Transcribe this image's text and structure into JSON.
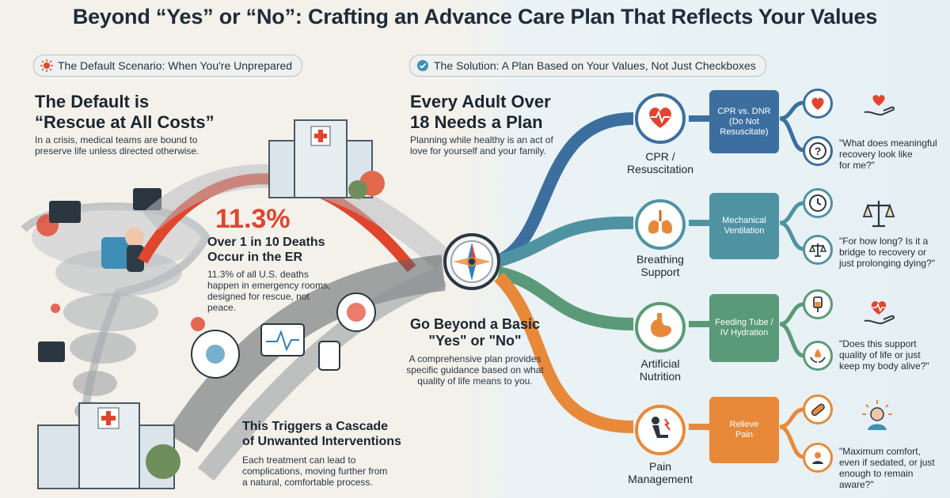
{
  "title": "Beyond “Yes” or “No”: Crafting an Advance Care Plan That Reflects Your Values",
  "left": {
    "pill": "The Default Scenario: When You're Unprepared",
    "heading_line1": "The Default is",
    "heading_line2": "“Rescue at All Costs”",
    "desc_line1": "In a crisis, medical teams are bound to",
    "desc_line2": "preserve life unless directed otherwise.",
    "stat": "11.3%",
    "stat_head_line1": "Over 1 in 10 Deaths",
    "stat_head_line2": "Occur in the ER",
    "stat_desc_line1": "11.3% of all U.S. deaths",
    "stat_desc_line2": "happen in emergency rooms,",
    "stat_desc_line3": "designed for rescue, not",
    "stat_desc_line4": "peace.",
    "cascade_head_line1": "This Triggers a Cascade",
    "cascade_head_line2": "of Unwanted Interventions",
    "cascade_desc_line1": "Each treatment can lead to",
    "cascade_desc_line2": "complications, moving further from",
    "cascade_desc_line3": "a natural, comfortable process."
  },
  "middle": {
    "pill": "The Solution: A Plan Based on Your Values, Not Just Checkboxes",
    "heading_line1": "Every Adult Over",
    "heading_line2": "18 Needs a Plan",
    "desc_line1": "Planning while healthy is an act of",
    "desc_line2": "love for yourself and your family.",
    "beyond_line1": "Go Beyond a Basic",
    "beyond_line2": "\"Yes\" or \"No\"",
    "beyond_desc_line1": "A comprehensive plan provides",
    "beyond_desc_line2": "specific guidance based on what",
    "beyond_desc_line3": "quality of life means to you."
  },
  "branches": [
    {
      "name_line1": "CPR /",
      "name_line2": "Resuscitation",
      "box_line1": "CPR vs. DNR",
      "box_line2": "(Do Not",
      "box_line3": "Resuscitate)",
      "q_line1": "\"What does meaningful",
      "q_line2": "recovery look like",
      "q_line3": "for me?\"",
      "color": "#3c6fa0",
      "icon": "heart-ecg-icon"
    },
    {
      "name_line1": "Breathing",
      "name_line2": "Support",
      "box_line1": "Mechanical",
      "box_line2": "Ventilation",
      "box_line3": "",
      "q_line1": "\"For how long? Is it a",
      "q_line2": "bridge to recovery or",
      "q_line3": "just prolonging dying?\"",
      "color": "#4f93a3",
      "icon": "lungs-icon"
    },
    {
      "name_line1": "Artificial",
      "name_line2": "Nutrition",
      "box_line1": "Feeding Tube /",
      "box_line2": "IV Hydration",
      "box_line3": "",
      "q_line1": "\"Does this support",
      "q_line2": "quality of life or just",
      "q_line3": "keep my body alive?\"",
      "color": "#5a9a78",
      "icon": "stomach-icon"
    },
    {
      "name_line1": "Pain",
      "name_line2": "Management",
      "box_line1": "Relieve",
      "box_line2": "Pain",
      "box_line3": "",
      "q_line1": "\"Maximum comfort,",
      "q_line2": "even if sedated, or just",
      "q_line3": "enough to remain",
      "q_line4": "aware?\"",
      "color": "#e8893a",
      "icon": "patient-pain-icon"
    }
  ]
}
